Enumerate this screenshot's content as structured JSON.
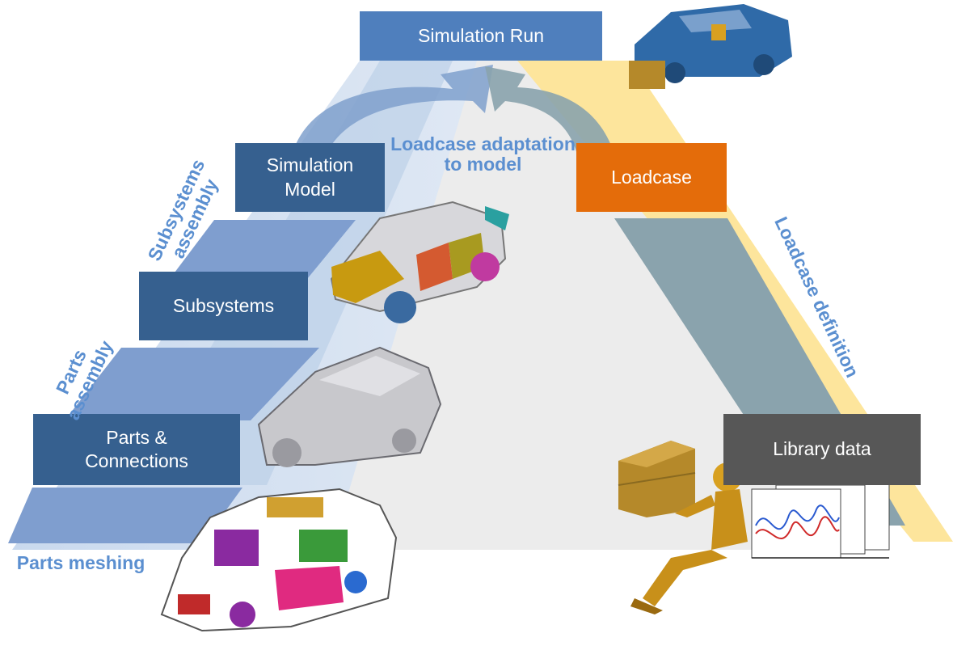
{
  "boxes": {
    "simulation_run": "Simulation Run",
    "simulation_model": "Simulation\nModel",
    "loadcase": "Loadcase",
    "subsystems": "Subsystems",
    "parts_connections": "Parts &\nConnections",
    "library_data": "Library data"
  },
  "labels": {
    "loadcase_adaptation": "Loadcase adaptation\nto model",
    "subsystems_assembly": "Subsystems\nassembly",
    "parts_assembly": "Parts\nassembly",
    "parts_meshing": "Parts meshing",
    "loadcase_definition": "Loadcase definition"
  },
  "colors": {
    "dark_blue": "#36608f",
    "light_blue": "#4f7fbd",
    "orange": "#e46c0a",
    "grey": "#575757",
    "label_blue": "#5b8fd0",
    "yellow_band": "#fde59c",
    "steel_band": "#8aa3ad"
  },
  "icons": [
    "car-mesh-icon",
    "car-body-in-white-icon",
    "car-subsystems-icon",
    "car-sim-model-icon",
    "crash-dummy-icon",
    "barrier-block-icon",
    "signal-plots-icon"
  ]
}
